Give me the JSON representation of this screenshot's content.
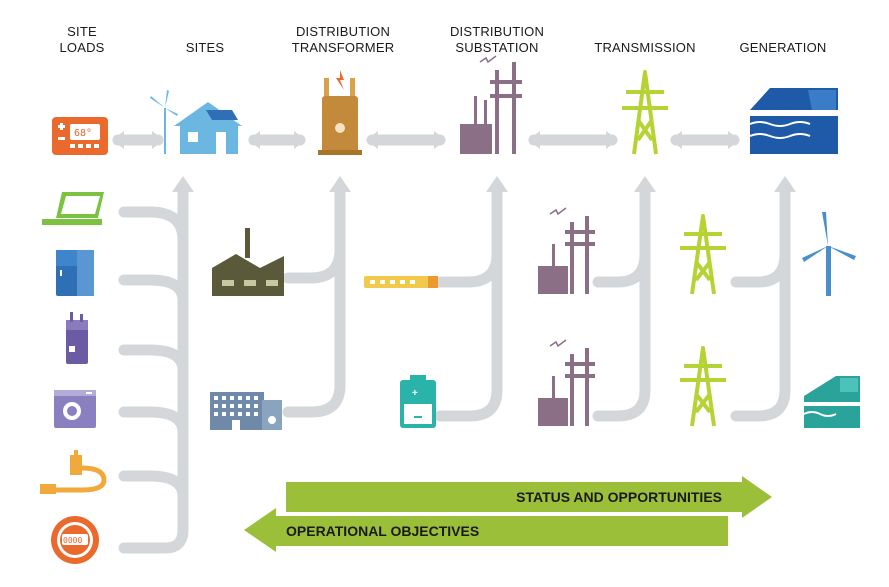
{
  "headers": {
    "site_loads": [
      "SITE",
      "LOADS"
    ],
    "sites": [
      "SITES"
    ],
    "distribution_transformer": [
      "DISTRIBUTION",
      "TRANSFORMER"
    ],
    "distribution_substation": [
      "DISTRIBUTION",
      "SUBSTATION"
    ],
    "transmission": [
      "TRANSMISSION"
    ],
    "generation": [
      "GENERATION"
    ]
  },
  "arrows": {
    "status": "STATUS AND OPPORTUNITIES",
    "operational": "OPERATIONAL OBJECTIVES"
  },
  "thermostat": {
    "reading": "68°"
  },
  "meter": {
    "reading": "0000"
  },
  "colors": {
    "flow_gray": "#d4d7da",
    "orange": "#ea6a2e",
    "blue_house": "#6cb6e2",
    "transformer": "#c28a3a",
    "substation": "#8a6f86",
    "tower": "#b5d334",
    "dam_blue": "#1e5aa8",
    "teal": "#2aa39a",
    "green_arrow": "#9cbf3a",
    "laptop": "#7cc242",
    "fridge": "#2f6fb5",
    "heater": "#6c5aa4",
    "washer": "#8a80c0",
    "charger": "#f2a93b",
    "factory": "#5a5a3a",
    "office": "#6e8aa8",
    "battery": "#2ab3a8",
    "turbine": "#4a8fc9"
  },
  "icons": [
    "thermostat-icon",
    "laptop-icon",
    "refrigerator-icon",
    "water-heater-icon",
    "washing-machine-icon",
    "ev-charger-icon",
    "meter-icon",
    "house-icon",
    "wind-turbine-icon",
    "factory-icon",
    "office-building-icon",
    "transformer-icon",
    "power-strip-icon",
    "battery-icon",
    "substation-icon",
    "transmission-tower-icon",
    "hydro-dam-icon"
  ]
}
